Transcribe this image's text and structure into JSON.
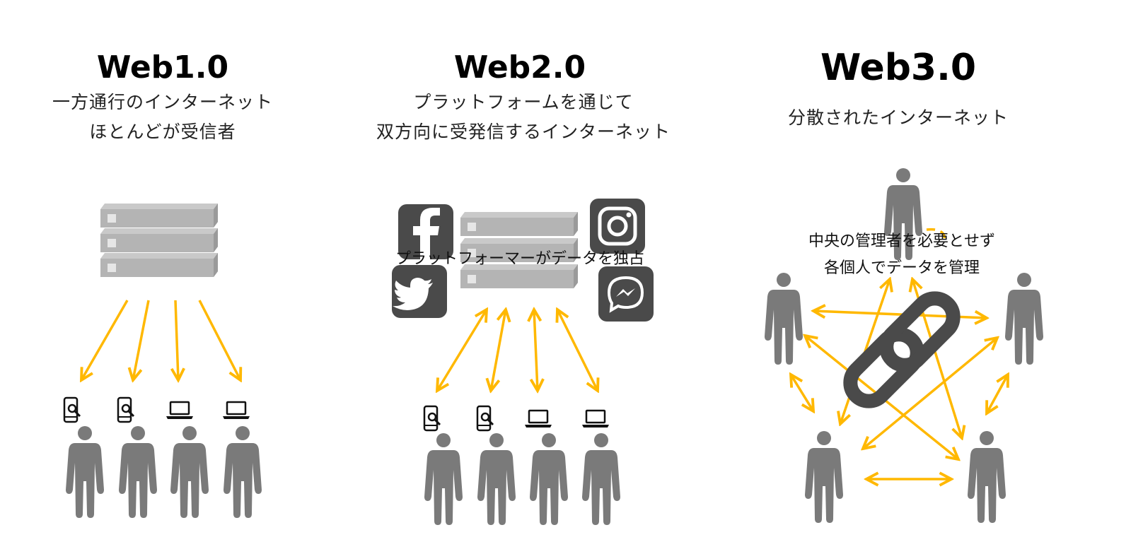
{
  "web1": {
    "title": "Web1.0",
    "subtitle_line1": "一方通行のインターネット",
    "subtitle_line2": "ほとんどが受信者"
  },
  "web2": {
    "title": "Web2.0",
    "subtitle_line1": "プラットフォームを通じて",
    "subtitle_line2": "双方向に受発信するインターネット",
    "caption": "プラットフォーマーがデータを独占",
    "platforms": [
      "facebook-icon",
      "twitter-icon",
      "instagram-icon",
      "messenger-icon"
    ]
  },
  "web3": {
    "title": "Web3.0",
    "subtitle": "分散されたインターネット",
    "caption_line1": "中央の管理者を必要とせず",
    "caption_line2": "各個人でデータを管理"
  },
  "colors": {
    "arrow": "#FFB800",
    "person": "#7a7a7a",
    "server": "#b4b4b4",
    "link": "#4a4a4a",
    "social_bg": "#4a4a4a"
  }
}
